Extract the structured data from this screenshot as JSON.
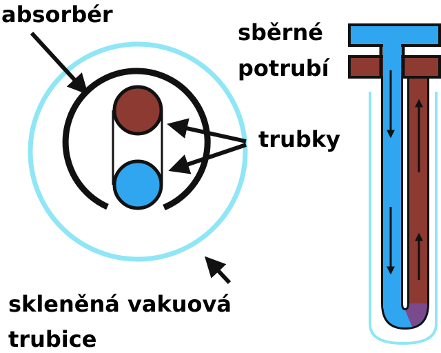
{
  "labels": {
    "absorber": "absorbér",
    "tubes": "trubky",
    "glass_tube_line1": "skleněná vakuová",
    "glass_tube_line2": "trubice",
    "manifold_line1": "sběrné",
    "manifold_line2": "potrubí"
  },
  "colors": {
    "cold": "#2fa6ef",
    "hot": "#8c3a32",
    "glass": "#8fe6f6",
    "absorber": "#111111",
    "arrow": "#111111",
    "background": "#ffffff"
  }
}
